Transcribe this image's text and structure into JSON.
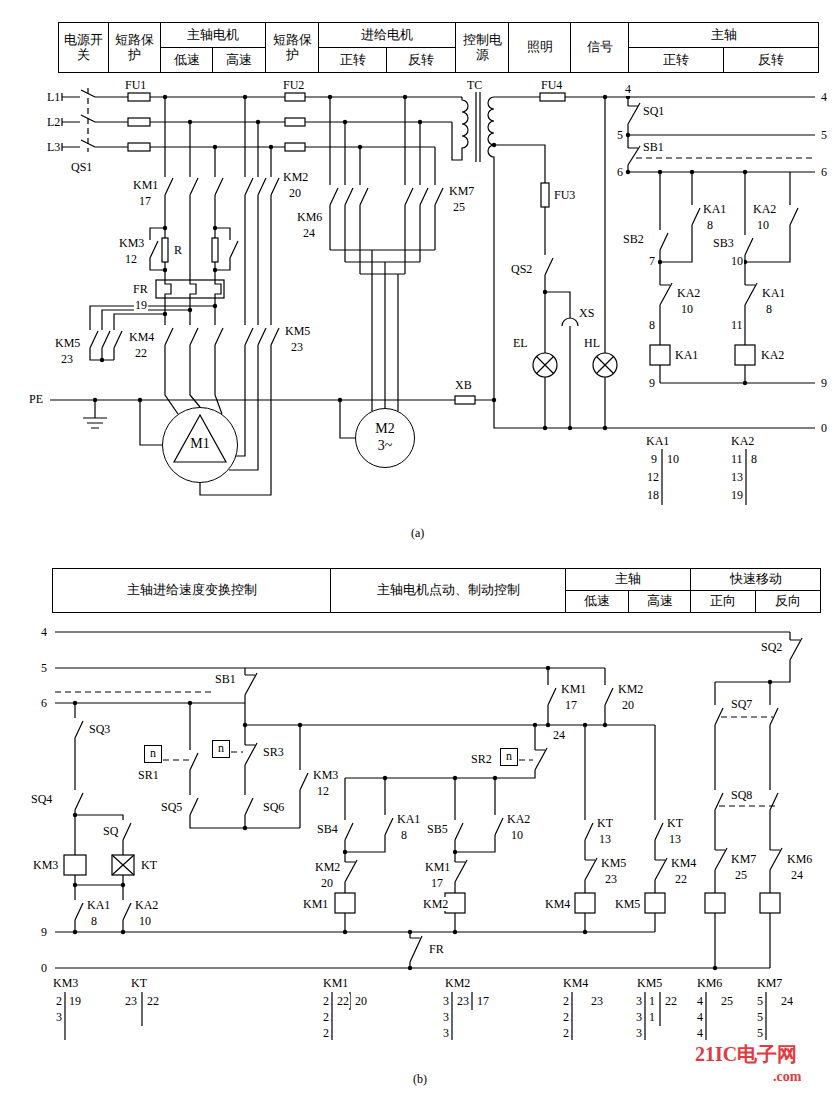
{
  "diagram": {
    "nodes": [
      {
        "text": [
          "电源开关"
        ]
      },
      {
        "text": [
          "短路保护"
        ]
      },
      {
        "text": [
          "主轴电机"
        ]
      },
      {
        "text": [
          "低速"
        ],
        "in": 2
      },
      {
        "text": [
          "高速"
        ],
        "in": 2
      },
      {
        "text": [
          "短路保护"
        ]
      },
      {
        "text": [
          "进给电机"
        ]
      },
      {
        "text": [
          "正转"
        ],
        "in": 6
      },
      {
        "text": [
          "反转"
        ],
        "in": 6
      },
      {
        "text": [
          "控制电源"
        ]
      },
      {
        "text": [
          "照明"
        ]
      },
      {
        "text": [
          "信号"
        ]
      },
      {
        "text": [
          "主轴"
        ]
      },
      {
        "text": [
          "正转"
        ],
        "in": 12
      },
      {
        "text": [
          "反转"
        ],
        "in": 12
      },
      {
        "text": [
          "M1"
        ]
      },
      {
        "text": [
          "M2 3~"
        ]
      },
      {
        "text": [
          "n"
        ]
      },
      {
        "text": [
          "n"
        ]
      },
      {
        "text": [
          "n"
        ]
      },
      {
        "text": [
          "主轴进给速度变换控制"
        ]
      },
      {
        "text": [
          "主轴电机点动、制动控制"
        ]
      },
      {
        "text": [
          "主轴"
        ]
      },
      {
        "text": [
          "低速"
        ],
        "in": 22
      },
      {
        "text": [
          "高速"
        ],
        "in": 22
      },
      {
        "text": [
          "快速移动"
        ]
      },
      {
        "text": [
          "正向"
        ],
        "in": 25
      },
      {
        "text": [
          "反向"
        ],
        "in": 25
      }
    ],
    "labels": [
      "L1",
      "L2",
      "L3",
      "QS1",
      "FU1",
      "FU2",
      "TC",
      "FU4",
      "KM1",
      "17",
      "KM2",
      "20",
      "KM6",
      "24",
      "KM7",
      "25",
      "FU3",
      "R",
      "KM3",
      "12",
      "FR",
      "19",
      "QS2",
      "XS",
      "EL",
      "HL",
      "KM5",
      "23",
      "KM4",
      "22",
      "KM5",
      "23",
      "PE",
      "XB",
      "4",
      "4",
      "SQ1",
      "5",
      "5",
      "SB1",
      "6",
      "6",
      "KA1",
      "8",
      "KA2",
      "10",
      "SB2",
      "SB3",
      "7",
      "10",
      "KA2",
      "10",
      "KA1",
      "8",
      "8",
      "11",
      "KA1",
      "KA2",
      "9",
      "9",
      "0",
      "KA1",
      "9",
      "10",
      "12",
      "18",
      "KA2",
      "11",
      "8",
      "13",
      "19",
      "(a)",
      "4",
      "5",
      "6",
      "SQ2",
      "SB1",
      "KM1",
      "17",
      "24",
      "KM2",
      "20",
      "SQ7",
      "SQ3",
      "SR3",
      "SR1",
      "SQ4",
      "SQ5",
      "SQ6",
      "KM3",
      "12",
      "SQ8",
      "KT",
      "13",
      "KT",
      "13",
      "SB4",
      "SB5",
      "SQ",
      "KM5",
      "23",
      "KM4",
      "22",
      "KM7",
      "25",
      "KM6",
      "24",
      "KM3",
      "KT",
      "KM2",
      "20",
      "KA1",
      "8",
      "KA2",
      "10",
      "KM1",
      "17",
      "KM1",
      "KM2",
      "KM4",
      "KM5",
      "KA1",
      "8",
      "KA2",
      "10",
      "9",
      "FR",
      "0",
      "KM3",
      "2",
      "19",
      "3",
      "KT",
      "23",
      "22",
      "KM1",
      "2",
      "22",
      "20",
      "2",
      "2",
      "KM2",
      "3",
      "23",
      "17",
      "3",
      "3",
      "KM4",
      "2",
      "23",
      "2",
      "2",
      "KM5",
      "3",
      "1",
      "22",
      "3",
      "1",
      "3",
      "KM6",
      "4",
      "25",
      "4",
      "4",
      "KM7",
      "5",
      "24",
      "5",
      "5",
      "(b)",
      "21IC电子网",
      ".com",
      "SR2"
    ]
  }
}
